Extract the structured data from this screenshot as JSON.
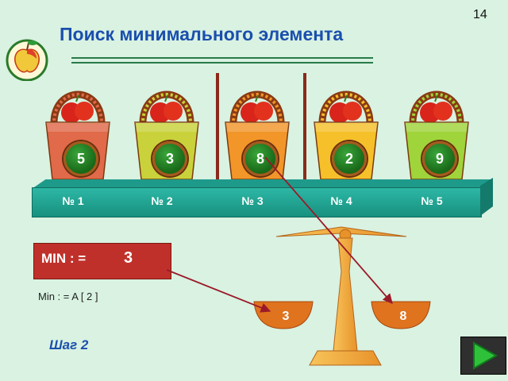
{
  "slide_number": "14",
  "title": "Поиск минимального элемента",
  "baskets": [
    {
      "value": "5",
      "label": "№ 1",
      "color": "#e06a4a"
    },
    {
      "value": "3",
      "label": "№ 2",
      "color": "#c9d23a"
    },
    {
      "value": "8",
      "label": "№ 3",
      "color": "#f2962a"
    },
    {
      "value": "2",
      "label": "№ 4",
      "color": "#f5c02a"
    },
    {
      "value": "9",
      "label": "№ 5",
      "color": "#9fd43a"
    }
  ],
  "min_box": {
    "label": "MIN : =",
    "value": "3"
  },
  "assignment": "Min : = A [ 2 ]",
  "step": "Шаг 2",
  "scale": {
    "left_pan": "3",
    "right_pan": "8"
  },
  "colors": {
    "title": "#1a4fae",
    "shelf": "#1e9a8a",
    "min_box": "#c0302a",
    "scale": "#f2a83a"
  },
  "icons": {
    "logo": "apple-icon",
    "next": "play-triangle-icon"
  }
}
